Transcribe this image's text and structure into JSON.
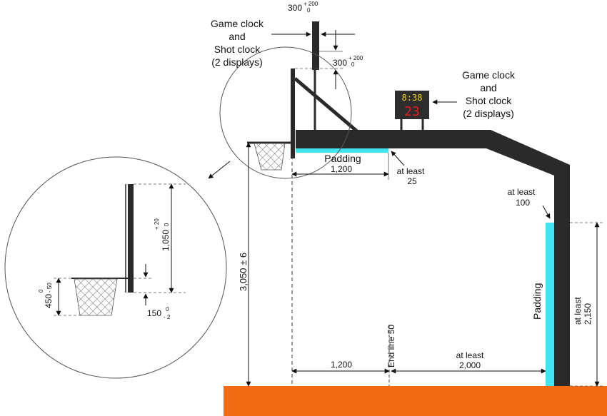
{
  "colors": {
    "structure": "#2a2a2a",
    "padding": "#3fe4ef",
    "floor": "#f26a11",
    "display_bg": "#2d2d2d",
    "clock_yellow": "#f7d21b",
    "clock_red": "#e11d1d"
  },
  "labels": {
    "game_clock_top": [
      "Game clock",
      "and",
      "Shot clock",
      "(2 displays)"
    ],
    "game_clock_right": [
      "Game clock",
      "and",
      "Shot clock",
      "(2 displays)"
    ],
    "display_top_value": "8:38",
    "display_bottom_value": "23",
    "dim_300_a": "300",
    "dim_300_a_tol_plus": "+ 200",
    "dim_300_a_tol_zero": "0",
    "dim_300_b": "300",
    "dim_300_b_tol_plus": "+ 200",
    "dim_300_b_tol_zero": "0",
    "padding_top": "Padding",
    "dim_1200_top": "1,200",
    "at_least_25": [
      "at least",
      "25"
    ],
    "at_least_100": [
      "at least",
      "100"
    ],
    "padding_side": "Padding",
    "dim_2150": [
      "at least",
      "2,150"
    ],
    "dim_3050": "3,050 ± 6",
    "dim_1050": "1,050",
    "dim_1050_tol_plus": "+ 20",
    "dim_1050_tol_zero": "0",
    "dim_450": "450",
    "dim_450_tol_zero": "0",
    "dim_450_tol_minus": "- 50",
    "dim_150": "150",
    "dim_150_tol_zero": "0",
    "dim_150_tol_minus": "- 2",
    "dim_1200_bottom": "1,200",
    "end_line": "End line 50",
    "dim_2000": [
      "at least",
      "2,000"
    ]
  }
}
